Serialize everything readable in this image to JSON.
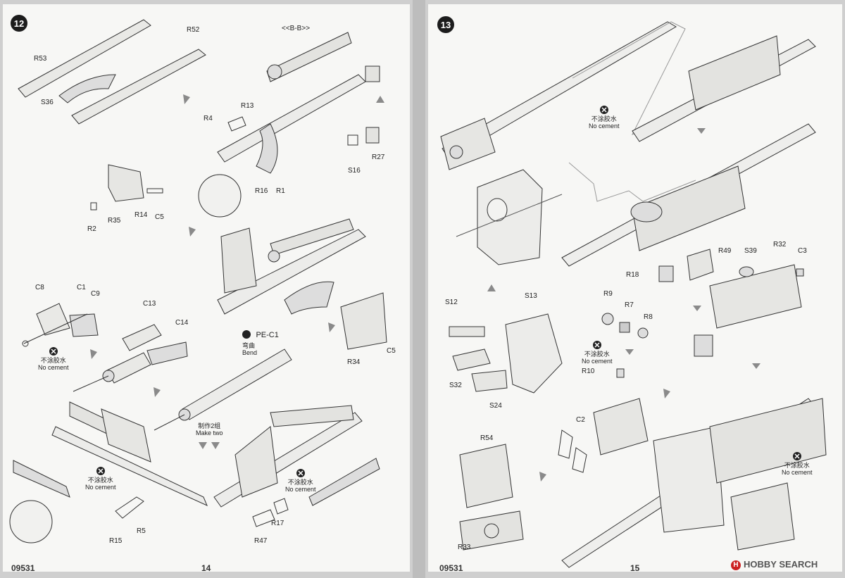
{
  "left_page": {
    "step": "12",
    "section_label": "<<B-B>>",
    "parts": {
      "R52": "R52",
      "R53": "R53",
      "S36": "S36",
      "R13": "R13",
      "R4": "R4",
      "R16": "R16",
      "R1": "R1",
      "S16": "S16",
      "R27": "R27",
      "R2": "R2",
      "R35": "R35",
      "R14": "R14",
      "C5a": "C5",
      "C5b": "C5",
      "C8": "C8",
      "C1": "C1",
      "C9": "C9",
      "C13": "C13",
      "C14": "C14",
      "PE": "PE-C1",
      "R34": "R34",
      "R15": "R15",
      "R5": "R5",
      "R47": "R47",
      "R17": "R17"
    },
    "bend_cn": "弯曲",
    "bend_en": "Bend",
    "make_two_cn": "制作2组",
    "make_two_en": "Make two",
    "no_cement_cn": "不涂胶水",
    "no_cement_en": "No cement",
    "code": "09531",
    "page_number": "14"
  },
  "right_page": {
    "step": "13",
    "parts": {
      "R49": "R49",
      "R18": "R18",
      "S39": "S39",
      "R32": "R32",
      "C3": "C3",
      "S12": "S12",
      "S13": "S13",
      "R9": "R9",
      "R7": "R7",
      "R8": "R8",
      "S32": "S32",
      "S24": "S24",
      "R10": "R10",
      "C2": "C2",
      "R54": "R54",
      "R33": "R33"
    },
    "no_cement_cn": "不涂胶水",
    "no_cement_en": "No cement",
    "code": "09531",
    "page_number": "15"
  },
  "watermark": "HOBBY SEARCH"
}
